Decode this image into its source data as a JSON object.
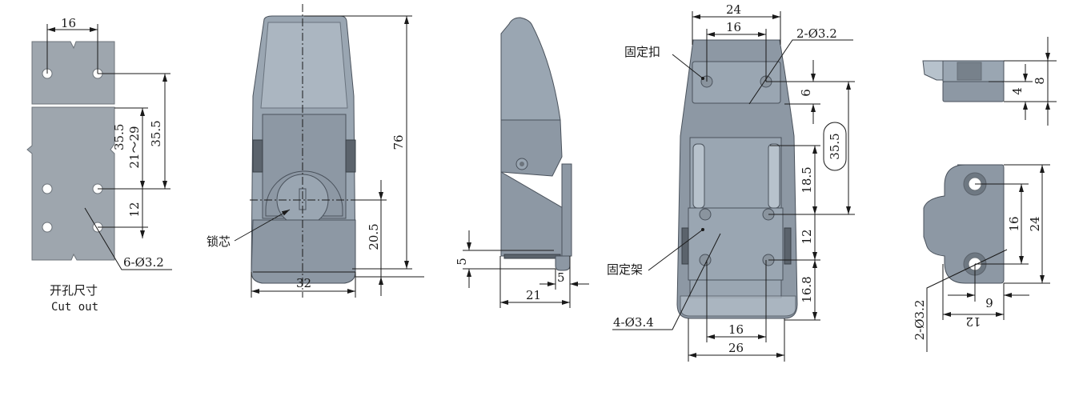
{
  "drawing": {
    "views": {
      "cutout": {
        "title_cn": "开孔尺寸",
        "title_en": "Cut out",
        "dims": {
          "hole_spacing_h": "16",
          "dist_35_5": "35.5",
          "range_21_29": "21～29",
          "dist_12": "12",
          "holes": "6-Ø3.2"
        }
      },
      "front": {
        "label_lock_core": "锁芯",
        "dims": {
          "height": "76",
          "width": "32",
          "core_height": "20.5"
        }
      },
      "side": {
        "dims": {
          "depth": "21",
          "hook_h": "5",
          "hook_w": "5"
        }
      },
      "back": {
        "label_catch": "固定扣",
        "label_bracket": "固定架",
        "dims": {
          "top_width": "24",
          "top_hole_spacing": "16",
          "top_holes": "2-Ø3.2",
          "d6": "6",
          "d35_5": "35.5",
          "d18_5": "18.5",
          "d12": "12",
          "d16_8": "16.8",
          "bottom_hole_spacing": "16",
          "bottom_width": "26",
          "bottom_holes": "4-Ø3.4"
        }
      },
      "catch_side": {
        "dims": {
          "height": "8",
          "step": "4"
        }
      },
      "catch_top": {
        "dims": {
          "hole_spacing": "16",
          "height": "24",
          "hole_offset": "6",
          "width": "12",
          "holes": "2-Ø3.2"
        }
      }
    },
    "colors": {
      "metal": "#8d98a4",
      "metal_light": "#b7c2cc",
      "metal_dark": "#5b636c",
      "plate": "#9ea6ae",
      "line": "#1a1a1a"
    }
  }
}
